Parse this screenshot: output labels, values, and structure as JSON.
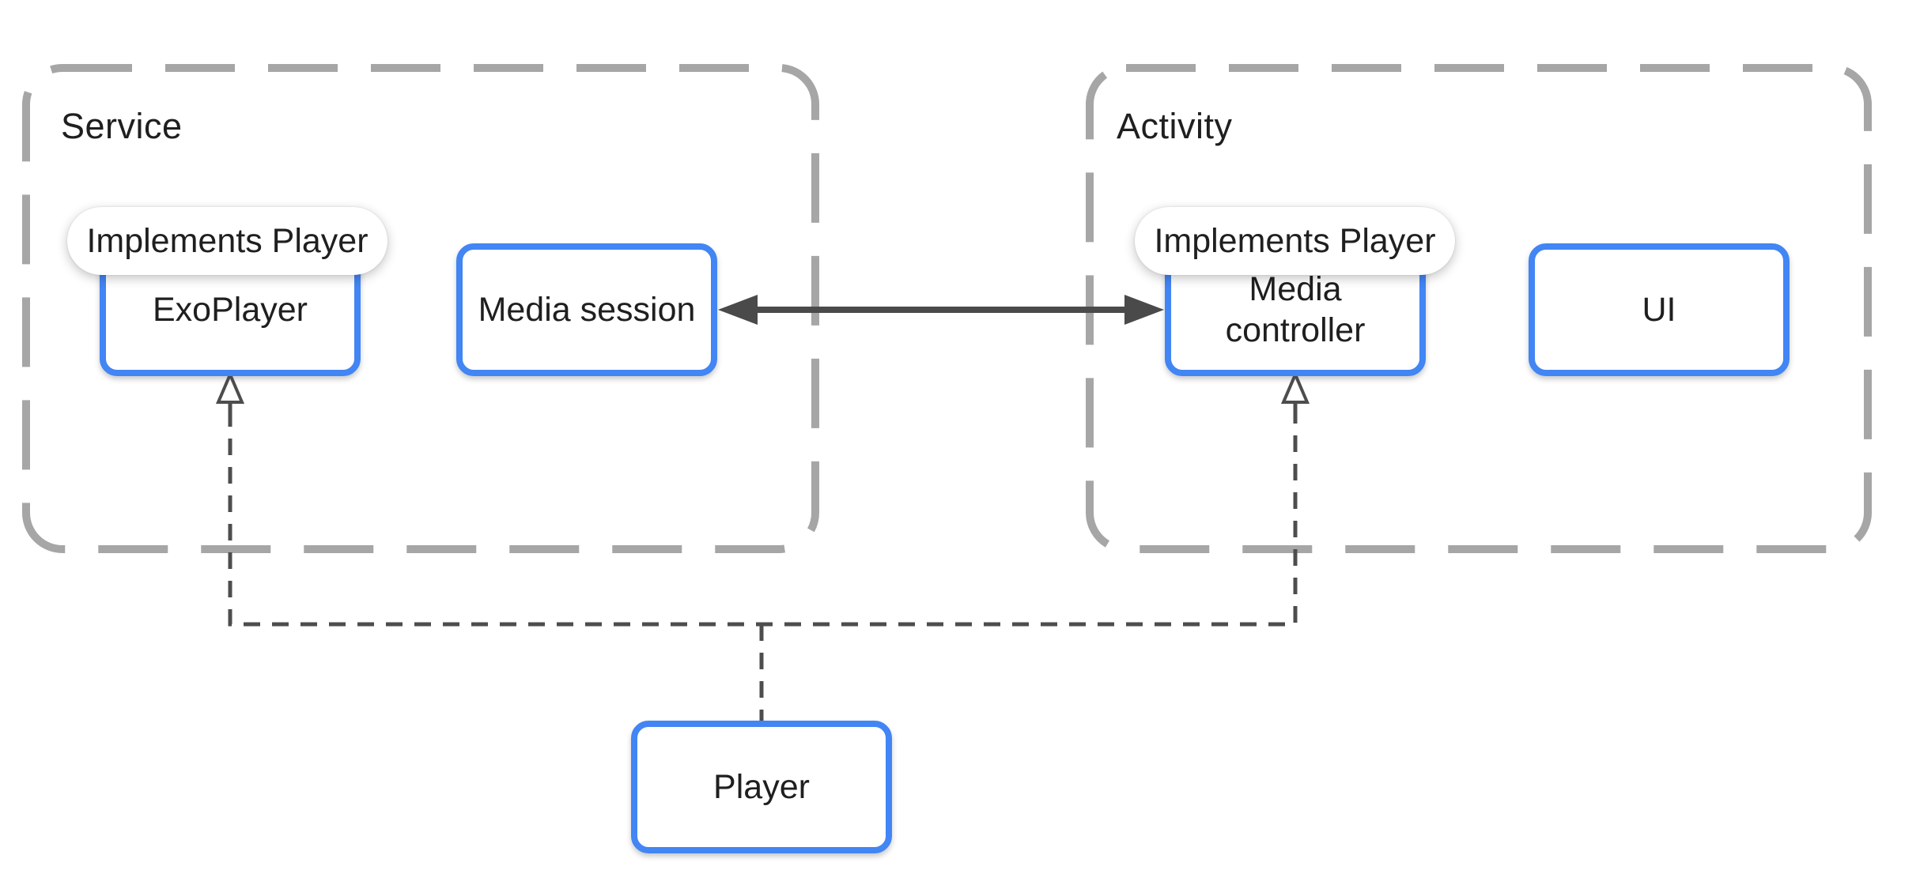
{
  "containers": {
    "service": {
      "label": "Service"
    },
    "activity": {
      "label": "Activity"
    }
  },
  "nodes": {
    "exoplayer": {
      "label": "ExoPlayer",
      "badge": "Implements Player"
    },
    "media_session": {
      "label": "Media session"
    },
    "media_controller": {
      "label": "Media\ncontroller",
      "badge": "Implements Player"
    },
    "ui": {
      "label": "UI"
    },
    "player": {
      "label": "Player"
    }
  },
  "edges": [
    {
      "from": "media_session",
      "to": "media_controller",
      "style": "solid",
      "arrows": "both-filled"
    },
    {
      "from": "player",
      "to": "exoplayer",
      "style": "dashed",
      "arrowhead": "open-triangle"
    },
    {
      "from": "player",
      "to": "media_controller",
      "style": "dashed",
      "arrowhead": "open-triangle"
    }
  ],
  "colors": {
    "background": "#ffffff",
    "node_border_blue": "#4285f4",
    "container_dash_gray": "#a6a6a6",
    "connector_dark_gray": "#4d4d4d",
    "arrow_dark_gray": "#4a4a4a",
    "text": "#1f1f1f",
    "pill_background": "#ffffff"
  }
}
